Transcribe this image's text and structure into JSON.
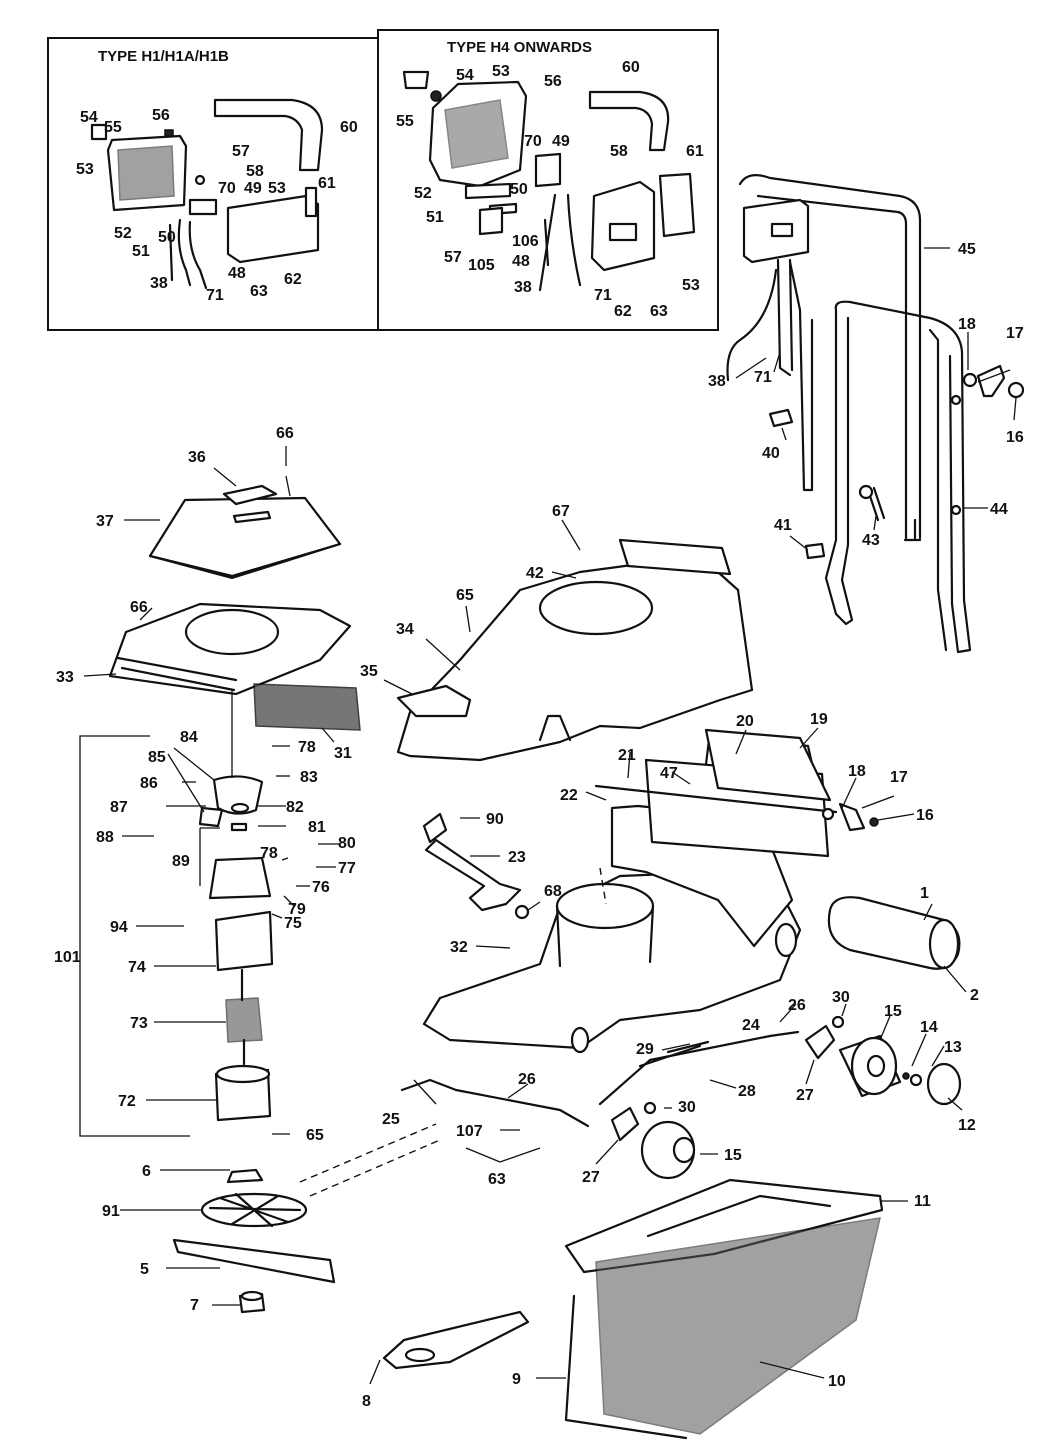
{
  "headers": {
    "left": "TYPE H1/H1A/H1B",
    "right": "TYPE H4 ONWARDS"
  },
  "labels": {
    "l1": "1",
    "l2": "2",
    "l5": "5",
    "l6": "6",
    "l7": "7",
    "l8": "8",
    "l9": "9",
    "l10": "10",
    "l11": "11",
    "l12": "12",
    "l13": "13",
    "l14": "14",
    "l15a": "15",
    "l15b": "15",
    "l16a": "16",
    "l16b": "16",
    "l17a": "17",
    "l17b": "17",
    "l18a": "18",
    "l18b": "18",
    "l19": "19",
    "l20": "20",
    "l21": "21",
    "l22": "22",
    "l23": "23",
    "l24": "24",
    "l25": "25",
    "l26a": "26",
    "l26b": "26",
    "l27a": "27",
    "l27b": "27",
    "l28": "28",
    "l29": "29",
    "l30a": "30",
    "l30b": "30",
    "l31": "31",
    "l32": "32",
    "l33": "33",
    "l34": "34",
    "l35": "35",
    "l36": "36",
    "l37": "37",
    "l38a": "38",
    "l38b": "38",
    "l38c": "38",
    "l40": "40",
    "l41": "41",
    "l42": "42",
    "l43": "43",
    "l44": "44",
    "l45": "45",
    "l47": "47",
    "l48a": "48",
    "l48b": "48",
    "l49a": "49",
    "l49b": "49",
    "l50a": "50",
    "l50b": "50",
    "l51a": "51",
    "l51b": "51",
    "l52a": "52",
    "l52b": "52",
    "l53a": "53",
    "l53b": "53",
    "l53c": "53",
    "l53d": "53",
    "l54a": "54",
    "l54b": "54",
    "l55a": "55",
    "l55b": "55",
    "l56a": "56",
    "l56b": "56",
    "l57a": "57",
    "l57b": "57",
    "l58a": "58",
    "l58b": "58",
    "l60a": "60",
    "l60b": "60",
    "l61a": "61",
    "l61b": "61",
    "l62a": "62",
    "l62b": "62",
    "l63a": "63",
    "l63b": "63",
    "l63c": "63",
    "l65a": "65",
    "l65b": "65",
    "l66a": "66",
    "l66b": "66",
    "l67": "67",
    "l68": "68",
    "l70a": "70",
    "l70b": "70",
    "l71a": "71",
    "l71b": "71",
    "l71c": "71",
    "l72": "72",
    "l73": "73",
    "l74": "74",
    "l75": "75",
    "l76": "76",
    "l77": "77",
    "l78a": "78",
    "l78b": "78",
    "l79": "79",
    "l80": "80",
    "l81": "81",
    "l82": "82",
    "l83": "83",
    "l84": "84",
    "l85": "85",
    "l86": "86",
    "l87": "87",
    "l88": "88",
    "l89": "89",
    "l90": "90",
    "l91": "91",
    "l94": "94",
    "l101": "101",
    "l105": "105",
    "l106": "106",
    "l107": "107"
  }
}
